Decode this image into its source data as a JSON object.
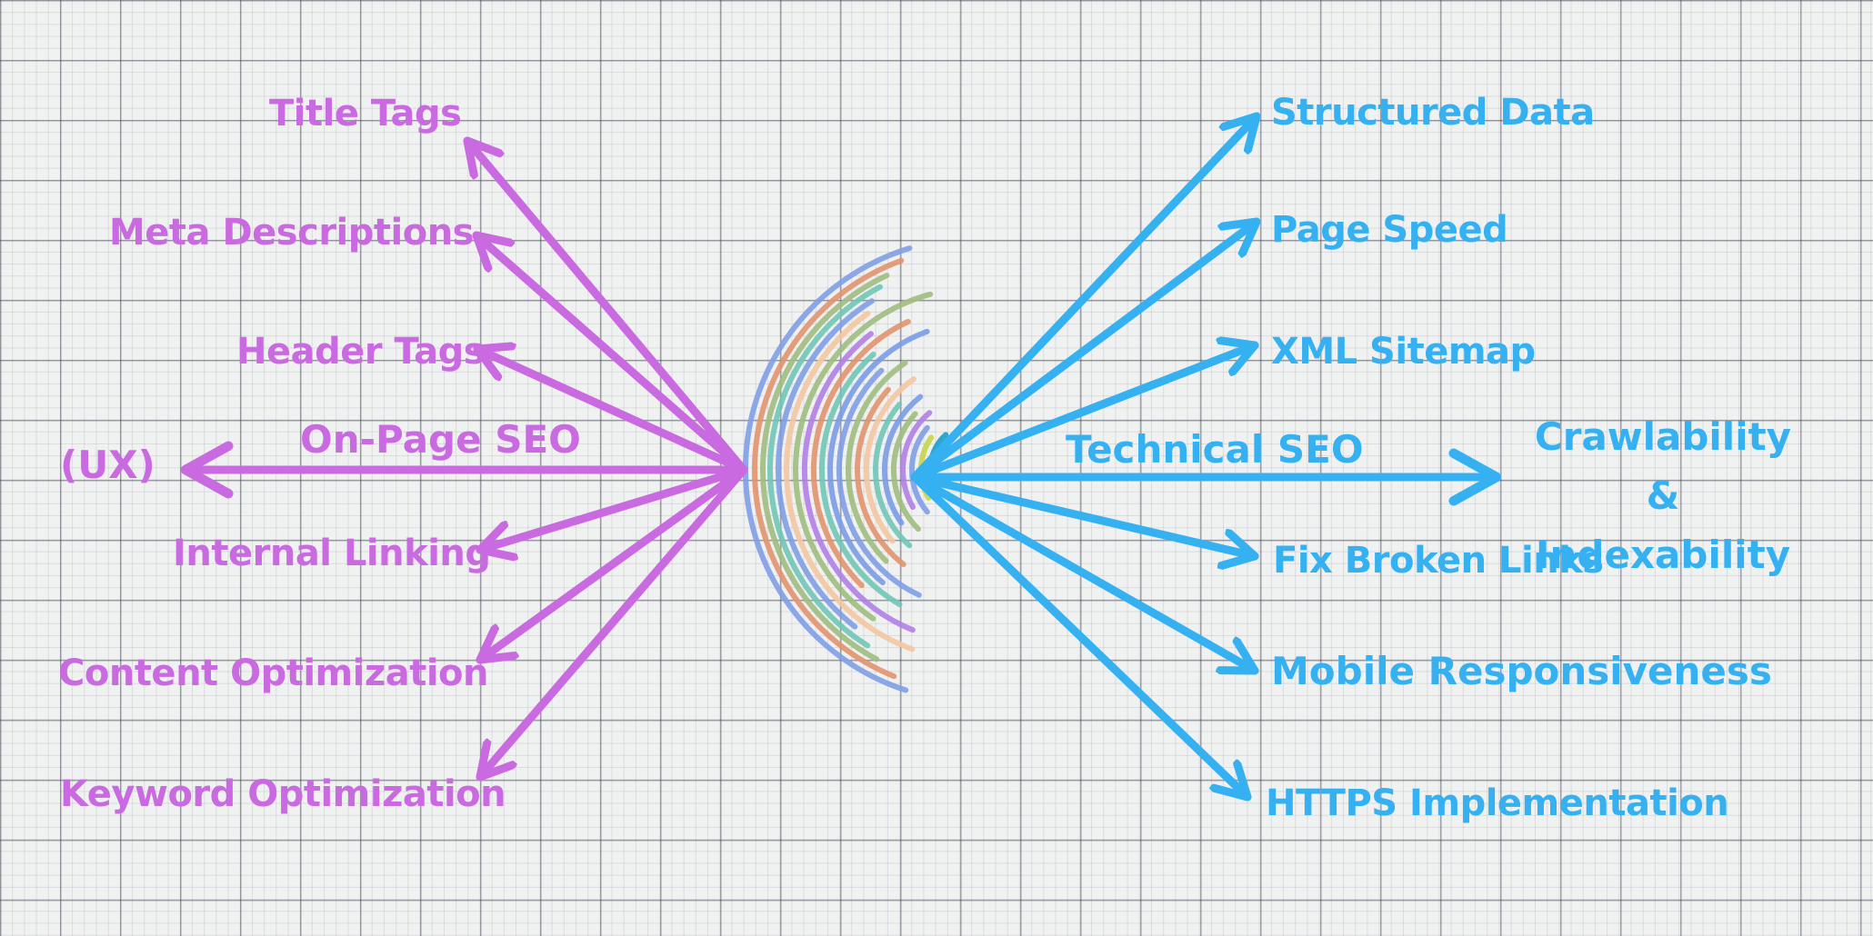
{
  "left_hub": {
    "label": "On-Page SEO",
    "target": "(UX)",
    "color": "#c96ae0",
    "branches": [
      "Title Tags",
      "Meta Descriptions",
      "Header Tags",
      "Internal Linking",
      "Content Optimization",
      "Keyword Optimization"
    ]
  },
  "right_hub": {
    "label": "Technical SEO",
    "target": "Crawlability & Indexability",
    "color": "#35b1f2",
    "branches": [
      "Structured Data",
      "Page Speed",
      "XML Sitemap",
      "Fix Broken Links",
      "Mobile Responsiveness",
      "HTTPS Implementation"
    ]
  },
  "arc_palette": [
    "#7f9ee6",
    "#e2946e",
    "#9ebd7e",
    "#6fc7b6",
    "#b07fe6",
    "#f4c7a1",
    "#7a9ce8",
    "#c7d64a",
    "#1a9ec9"
  ]
}
